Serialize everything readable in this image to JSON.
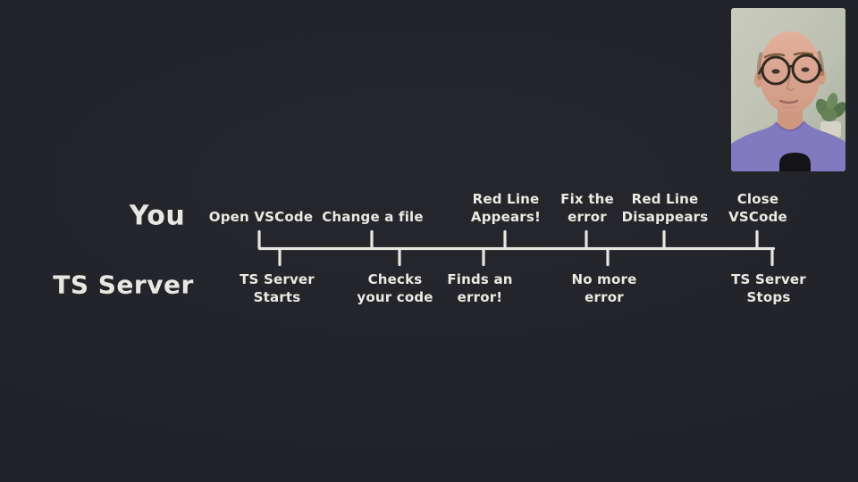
{
  "timeline": {
    "you_label": "You",
    "server_label": "TS Server",
    "you_events": [
      "Open VSCode",
      "Change a file",
      "Red Line\nAppears!",
      "Fix the\nerror",
      "Red Line\nDisappears",
      "Close VSCode"
    ],
    "server_events": [
      "TS Server\nStarts",
      "Checks\nyour code",
      "Finds an\nerror!",
      "No more\nerror",
      "TS Server\nStops"
    ],
    "colors": {
      "ink": "#e9e7e2",
      "background": "#212329"
    }
  },
  "webcam": {
    "colors": {
      "wall": "#c2c5b6",
      "shirt": "#827ac0",
      "skin": "#d8a38e",
      "microphone": "#141418",
      "plant": "#5f7d52"
    }
  }
}
